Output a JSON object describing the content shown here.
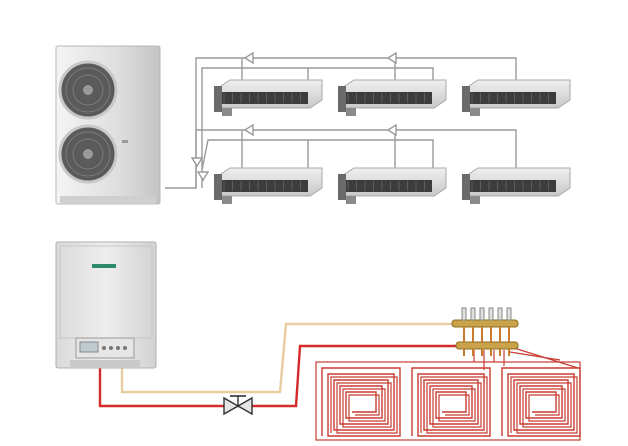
{
  "diagram": {
    "type": "hvac-system-schematic",
    "components": {
      "outdoor_unit": {
        "icon": "outdoor-condenser-unit-icon",
        "fans": 2
      },
      "indoor_units": {
        "icon": "ducted-indoor-unit-icon",
        "rows": [
          {
            "row": "top",
            "units": 3
          },
          {
            "row": "bottom",
            "units": 3
          }
        ]
      },
      "boiler": {
        "icon": "wall-mounted-boiler-icon"
      },
      "valve": {
        "icon": "three-way-valve-icon"
      },
      "manifold": {
        "icon": "underfloor-manifold-icon"
      },
      "floor_loops": {
        "icon": "underfloor-heating-loop-icon",
        "loops": 3
      }
    },
    "colors": {
      "refrigerant_line": "#9a9a9a",
      "supply_pipe": "#d42a2a",
      "return_pipe": "#e8cda0",
      "floor_loop": "#c83c32",
      "unit_body": "#dcdcdc",
      "unit_dark": "#3c3c3c"
    }
  }
}
